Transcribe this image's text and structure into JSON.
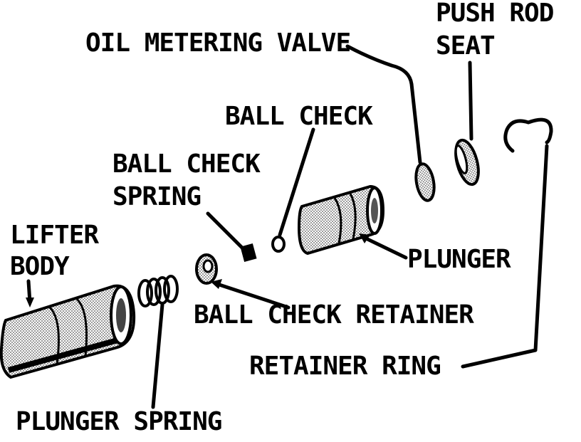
{
  "colors": {
    "ink": "#000000",
    "paper": "#ffffff",
    "shade": "#c8c8c8"
  },
  "labels": {
    "oil_metering_valve": "OIL METERING VALVE",
    "push_rod_seat_1": "PUSH ROD",
    "push_rod_seat_2": "SEAT",
    "ball_check": "BALL CHECK",
    "ball_check_spring_1": "BALL CHECK",
    "ball_check_spring_2": "SPRING",
    "lifter_body_1": "LIFTER",
    "lifter_body_2": "BODY",
    "plunger": "PLUNGER",
    "ball_check_retainer": "BALL CHECK RETAINER",
    "retainer_ring": "RETAINER RING",
    "plunger_spring": "PLUNGER SPRING"
  }
}
